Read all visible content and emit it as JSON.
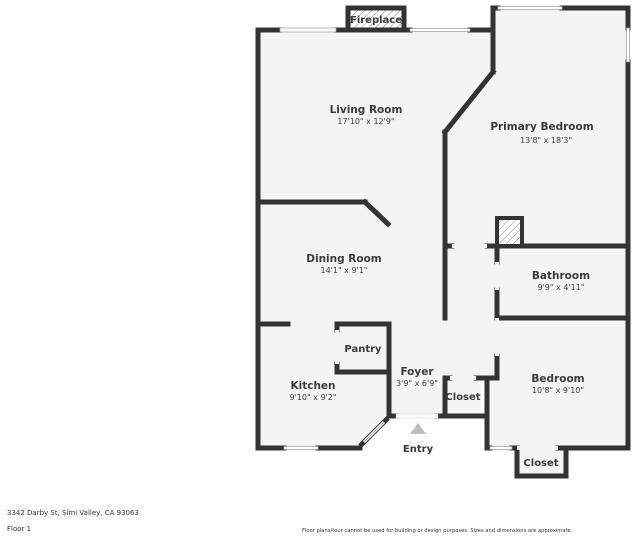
{
  "floorplan": {
    "rooms": [
      {
        "id": "living-room",
        "name": "Living Room",
        "dimensions": "17'10\" x 12'9\""
      },
      {
        "id": "primary-bedroom",
        "name": "Primary Bedroom",
        "dimensions": "13'8\" x 18'3\""
      },
      {
        "id": "dining-room",
        "name": "Dining Room",
        "dimensions": "14'1\" x 9'1\""
      },
      {
        "id": "bathroom",
        "name": "Bathroom",
        "dimensions": "9'9\" x 4'11\""
      },
      {
        "id": "kitchen",
        "name": "Kitchen",
        "dimensions": "9'10\" x 9'2\""
      },
      {
        "id": "foyer",
        "name": "Foyer",
        "dimensions": "3'9\" x 6'9\""
      },
      {
        "id": "bedroom",
        "name": "Bedroom",
        "dimensions": "10'8\" x 9'10\""
      }
    ],
    "features": {
      "fireplace": "Fireplace",
      "pantry": "Pantry",
      "closet_foyer": "Closet",
      "closet_bedroom": "Closet",
      "entry": "Entry"
    },
    "colors": {
      "wall": "#333333",
      "floor": "#f4f4f4",
      "window": "#ffffff",
      "entry_arrow": "#bdbdbd"
    }
  },
  "footer": {
    "address": "3342 Darby St, Simi Valley, CA 93063",
    "floor": "Floor 1",
    "disclaimer": "Floor plans/tour cannot be used for building or design purposes. Sizes and dimensions are approximate."
  }
}
